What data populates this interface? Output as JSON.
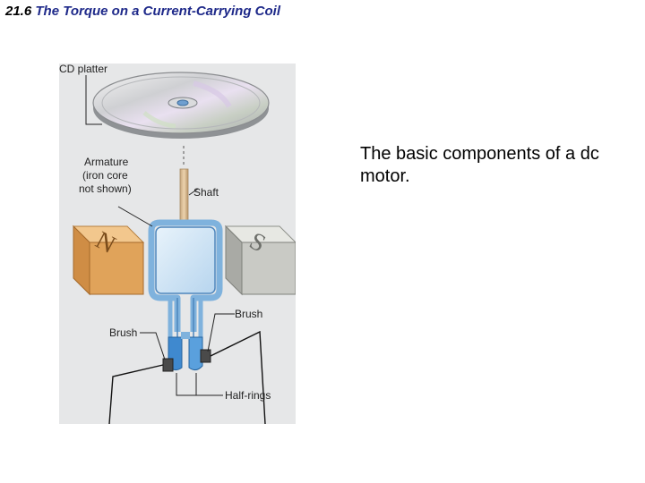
{
  "header": {
    "section_number": "21.6",
    "section_title": "The Torque on a Current-Carrying Coil"
  },
  "figure": {
    "labels": {
      "cd_platter": "CD platter",
      "armature_line1": "Armature",
      "armature_line2": "(iron core",
      "armature_line3": "not shown)",
      "shaft": "Shaft",
      "magnet_north": "N",
      "magnet_south": "S",
      "brush_right": "Brush",
      "brush_left": "Brush",
      "half_rings": "Half-rings"
    },
    "colors": {
      "background": "#e6e7e8",
      "north_magnet": "#e0a35a",
      "south_magnet": "#c9cac5",
      "coil": "#7fb2dd",
      "shaft": "#d9bd94"
    }
  },
  "caption": {
    "text": "The basic components of a dc motor."
  }
}
